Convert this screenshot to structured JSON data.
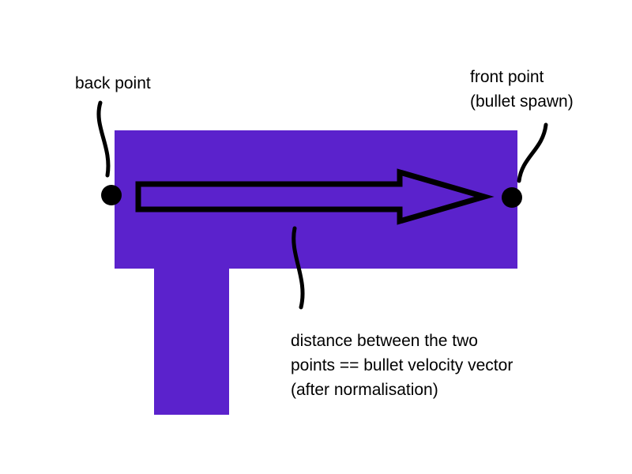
{
  "diagram": {
    "background": "#ffffff",
    "shape_color": "#5b22cc",
    "ink_color": "#000000"
  },
  "labels": {
    "back_point": "back point",
    "front_point": [
      "front point",
      "(bullet spawn)"
    ],
    "distance": [
      "distance between the two",
      "points == bullet velocity vector",
      "(after normalisation)"
    ]
  }
}
